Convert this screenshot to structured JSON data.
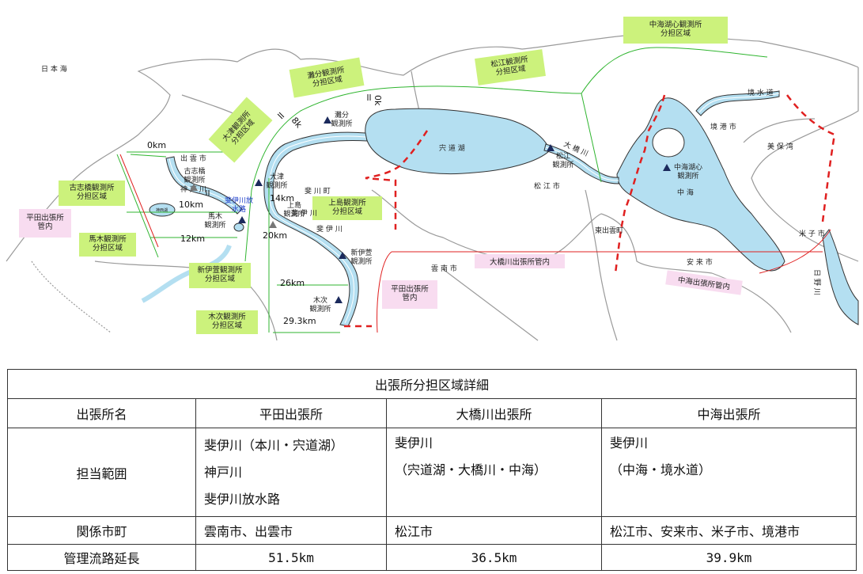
{
  "map": {
    "sea_label": "日 本 海",
    "cities": {
      "izumo": "出 雲 市",
      "hikawa": "斐 川 町",
      "matsue": "松 江 市",
      "unnan": "雲 南 市",
      "higashi_izumo": "東出雲町",
      "yasugi": "安 来 市",
      "yonago": "米 子 市",
      "sakaiminato": "境 港 市",
      "mihonoseki": "美 保 湾"
    },
    "water": {
      "shinjiko": "宍 道 湖",
      "nakaumi": "中 海",
      "ohashi": "大 橋 川",
      "kando": "神 戸 川",
      "hii_upper": "斐 伊 川",
      "hii_lower": "斐 伊 川",
      "sakai": "境 水 道",
      "hino": "日 野 川",
      "reservoir": "神西湖",
      "diversion": "斐伊川放\n水路"
    },
    "stations": [
      {
        "name": "furushibashi",
        "text": "古志橋\n観測所"
      },
      {
        "name": "maki",
        "text": "馬木\n観測所"
      },
      {
        "name": "otsu",
        "text": "大津\n観測所"
      },
      {
        "name": "kamishima",
        "text": "上島\n観測所"
      },
      {
        "name": "nadawake",
        "text": "灘分\n観測所"
      },
      {
        "name": "matsue",
        "text": "松江\n観測所"
      },
      {
        "name": "nakaumiko",
        "text": "中海湖心\n観測所"
      },
      {
        "name": "shiniito",
        "text": "新伊萱\n観測所"
      },
      {
        "name": "kitsugi",
        "text": "木次\n観測所"
      }
    ],
    "zones": {
      "nakaumi_center": "中海湖心観測所\n分担区域",
      "matsue": "松江観測所\n分担区域",
      "nadawake": "灘分観測所\n分担区域",
      "otsu": "大津観測所\n分担区域",
      "furushibashi": "古志橋観測所\n分担区域",
      "maki": "馬木観測所\n分担区域",
      "kamishima": "上島観測所\n分担区域",
      "shiniito": "新伊萱観測所\n分担区域",
      "kitsugi": "木次観測所\n分担区域"
    },
    "offices": {
      "hirata_left": "平田出張所\n管内",
      "hirata_bottom": "平田出張所\n管内",
      "ohashi": "大橋川出張所管内",
      "nakaumi": "中海出張所管内"
    },
    "distances": {
      "k0a": "0km",
      "k0b": "0k",
      "k8": "8k",
      "k10": "10km",
      "k12": "12km",
      "k14": "14km",
      "k20": "20km",
      "k26": "26km",
      "k29": "29.3km"
    },
    "colors": {
      "water": "#b4dff1",
      "zone_box": "#ccf27c",
      "office_box": "#f8dcf0",
      "boundary_red": "#e02020",
      "zone_line": "#2fb52f"
    }
  },
  "table": {
    "title": "出張所分担区域詳細",
    "headers": [
      "出張所名",
      "平田出張所",
      "大橋川出張所",
      "中海出張所"
    ],
    "rows": {
      "scope_label": "担当範囲",
      "scope": [
        [
          "斐伊川（本川・宍道湖）",
          "神戸川",
          "斐伊川放水路"
        ],
        [
          "斐伊川",
          "（宍道湖・大橋川・中海）"
        ],
        [
          "斐伊川",
          "（中海・境水道）"
        ]
      ],
      "cities_label": "関係市町",
      "cities": [
        "雲南市、出雲市",
        "松江市",
        "松江市、安来市、米子市、境港市"
      ],
      "length_label": "管理流路延長",
      "lengths": [
        "51.5km",
        "36.5km",
        "39.9km"
      ]
    }
  }
}
